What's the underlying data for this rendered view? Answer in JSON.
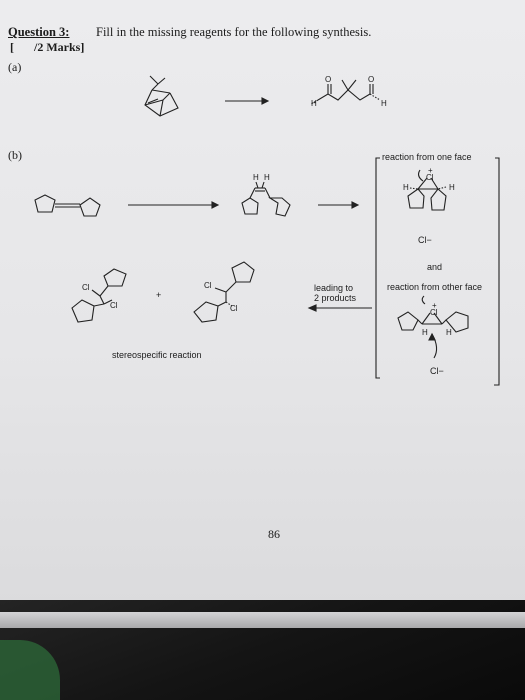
{
  "question": {
    "label": "Question 3:",
    "text": "Fill in the missing reagents for the following synthesis.",
    "marks_bracket": "[",
    "marks": "/2 Marks]",
    "part_a": "(a)",
    "part_b": "(b)"
  },
  "scheme_b": {
    "box_header": "reaction from one face",
    "and_label": "and",
    "other_face": "reaction from other face",
    "chloride_1": "Cl−",
    "chloride_2": "Cl−",
    "leading_to": "leading to",
    "two_products": "2 products",
    "plus": "+",
    "stereo_note": "stereospecific reaction",
    "atom_h": "H",
    "atom_cl": "Cl",
    "atom_o": "O",
    "plus_charge": "+"
  },
  "page_number": "86"
}
